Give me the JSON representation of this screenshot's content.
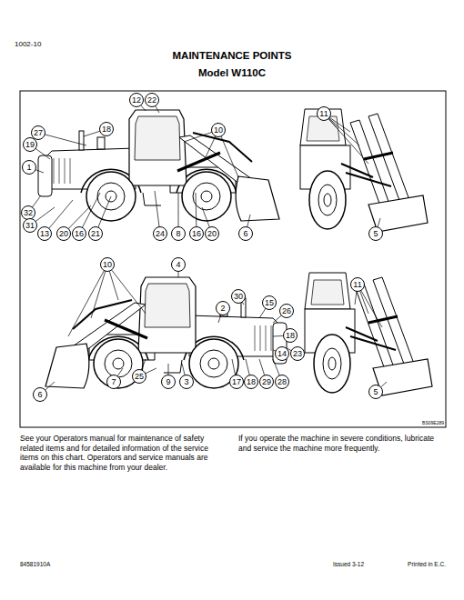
{
  "diagram": {
    "title": "MAINTENANCE POINTS",
    "nodes": [
      {
        "text": [
          "12"
        ]
      },
      {
        "text": [
          "22"
        ]
      },
      {
        "text": [
          "27"
        ]
      },
      {
        "text": [
          "18"
        ]
      },
      {
        "text": [
          "10"
        ]
      },
      {
        "text": [
          "19"
        ]
      },
      {
        "text": [
          "1"
        ]
      },
      {
        "text": [
          "32"
        ]
      },
      {
        "text": [
          "31"
        ]
      },
      {
        "text": [
          "13"
        ]
      },
      {
        "text": [
          "20"
        ]
      },
      {
        "text": [
          "16"
        ]
      },
      {
        "text": [
          "21"
        ]
      },
      {
        "text": [
          "24"
        ]
      },
      {
        "text": [
          "8"
        ]
      },
      {
        "text": [
          "16"
        ]
      },
      {
        "text": [
          "20"
        ]
      },
      {
        "text": [
          "6"
        ]
      },
      {
        "text": [
          "11"
        ]
      },
      {
        "text": [
          "5"
        ]
      },
      {
        "text": [
          "10"
        ]
      },
      {
        "text": [
          "4"
        ]
      },
      {
        "text": [
          "30"
        ]
      },
      {
        "text": [
          "2"
        ]
      },
      {
        "text": [
          "15"
        ]
      },
      {
        "text": [
          "26"
        ]
      },
      {
        "text": [
          "18"
        ]
      },
      {
        "text": [
          "14"
        ]
      },
      {
        "text": [
          "23"
        ]
      },
      {
        "text": [
          "6"
        ]
      },
      {
        "text": [
          "7"
        ]
      },
      {
        "text": [
          "25"
        ]
      },
      {
        "text": [
          "9"
        ]
      },
      {
        "text": [
          "3"
        ]
      },
      {
        "text": [
          "17"
        ]
      },
      {
        "text": [
          "18"
        ]
      },
      {
        "text": [
          "29"
        ]
      },
      {
        "text": [
          "28"
        ]
      },
      {
        "text": [
          "11"
        ]
      },
      {
        "text": [
          "5"
        ]
      }
    ],
    "labels": [
      "1002-10",
      "Model W110C",
      "BS09E289",
      "See your Operators manual for maintenance of safety related items and for detailed information of the service items on this chart. Operators and service manuals are available for this machine from your dealer.",
      "If you operate the machine in severe conditions, lubricate and service the machine more frequently.",
      "84581910A",
      "Issued 3-12",
      "Printed in E.C."
    ]
  }
}
